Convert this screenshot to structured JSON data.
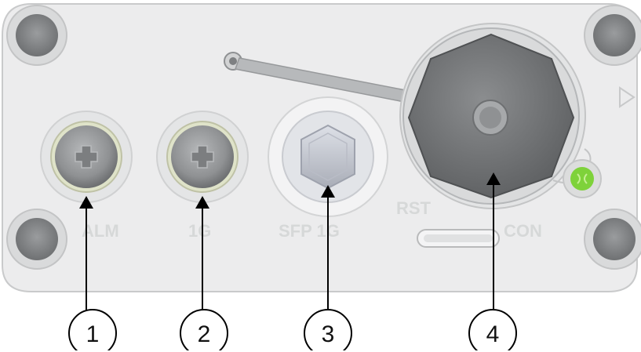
{
  "panel": {
    "labels": {
      "alm": "ALM",
      "ge": "1G",
      "sfp": "SFP 1G",
      "rst": "RST",
      "con": "CON"
    }
  },
  "callouts": [
    {
      "number": "1"
    },
    {
      "number": "2"
    },
    {
      "number": "3"
    },
    {
      "number": "4"
    }
  ],
  "colors": {
    "panel": "#ececed",
    "panel_border": "#c9cacb",
    "screw_well": "#a9abad",
    "screw": "#8a8c8e",
    "led_green": "#7ed23a",
    "cap": "#6f7173",
    "sfp_plug": "#c4c8d2"
  },
  "icons": [
    "screw-icon",
    "cable-plug-icon",
    "led-icon",
    "arrow-right-icon"
  ]
}
